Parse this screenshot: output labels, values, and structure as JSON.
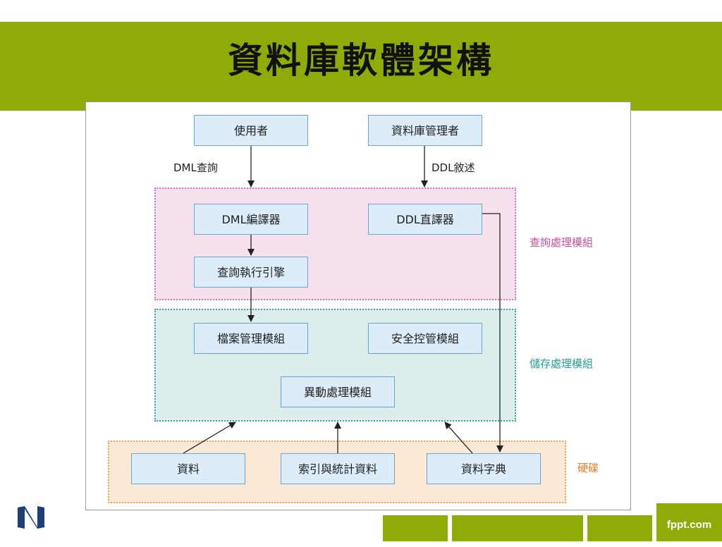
{
  "slide": {
    "title": "資料庫軟體架構",
    "footer_brand": "fppt.com"
  },
  "diagram": {
    "actors": {
      "user": "使用者",
      "dba": "資料庫管理者"
    },
    "edge_labels": {
      "dml_query": "DML查詢",
      "ddl_statement": "DDL敘述"
    },
    "query_module": {
      "label": "查詢處理模組",
      "dml_compiler": "DML編譯器",
      "ddl_interpreter": "DDL直譯器",
      "query_engine": "查詢執行引擎"
    },
    "storage_module": {
      "label": "儲存處理模組",
      "file_manager": "檔案管理模組",
      "security_manager": "安全控管模組",
      "transaction_manager": "異動處理模組"
    },
    "disk": {
      "label": "硬碟",
      "data": "資料",
      "index_stats": "索引與統計資料",
      "data_dictionary": "資料字典"
    }
  },
  "colors": {
    "accent": "#8fab07",
    "query_label": "#d14fa2",
    "storage_label": "#22a196",
    "disk_label": "#ef7d22"
  }
}
